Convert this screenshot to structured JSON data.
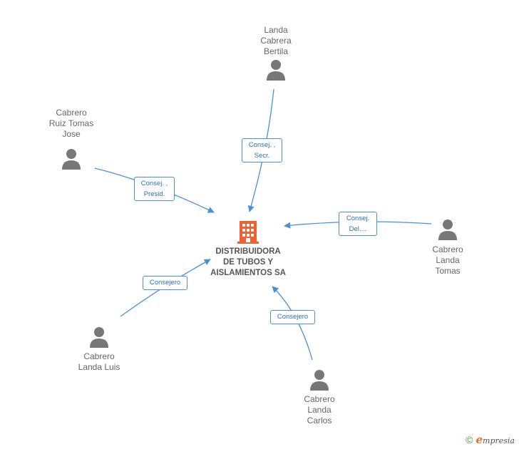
{
  "colors": {
    "edge": "#4a90d9",
    "person": "#777777",
    "company": "#f06030"
  },
  "company": {
    "name": "DISTRIBUIDORA\nDE TUBOS Y\nAISLAMIENTOS SA"
  },
  "people": [
    {
      "id": "p1",
      "name": "Landa\nCabrera\nBertila"
    },
    {
      "id": "p2",
      "name": "Cabrero\nRuiz Tomas\nJose"
    },
    {
      "id": "p3",
      "name": "Cabrero\nLanda\nTomas"
    },
    {
      "id": "p4",
      "name": "Cabrero\nLanda Luis"
    },
    {
      "id": "p5",
      "name": "Cabrero\nLanda\nCarlos"
    }
  ],
  "edges": [
    {
      "from": "p1",
      "label": "Consej. ,\nSecr."
    },
    {
      "from": "p2",
      "label": "Consej. ,\nPresid."
    },
    {
      "from": "p3",
      "label": "Consej.\nDel...."
    },
    {
      "from": "p4",
      "label": "Consejero"
    },
    {
      "from": "p5",
      "label": "Consejero"
    }
  ],
  "footer": {
    "copyright": "©",
    "brand_initial": "e",
    "brand_rest": "mpresia"
  }
}
